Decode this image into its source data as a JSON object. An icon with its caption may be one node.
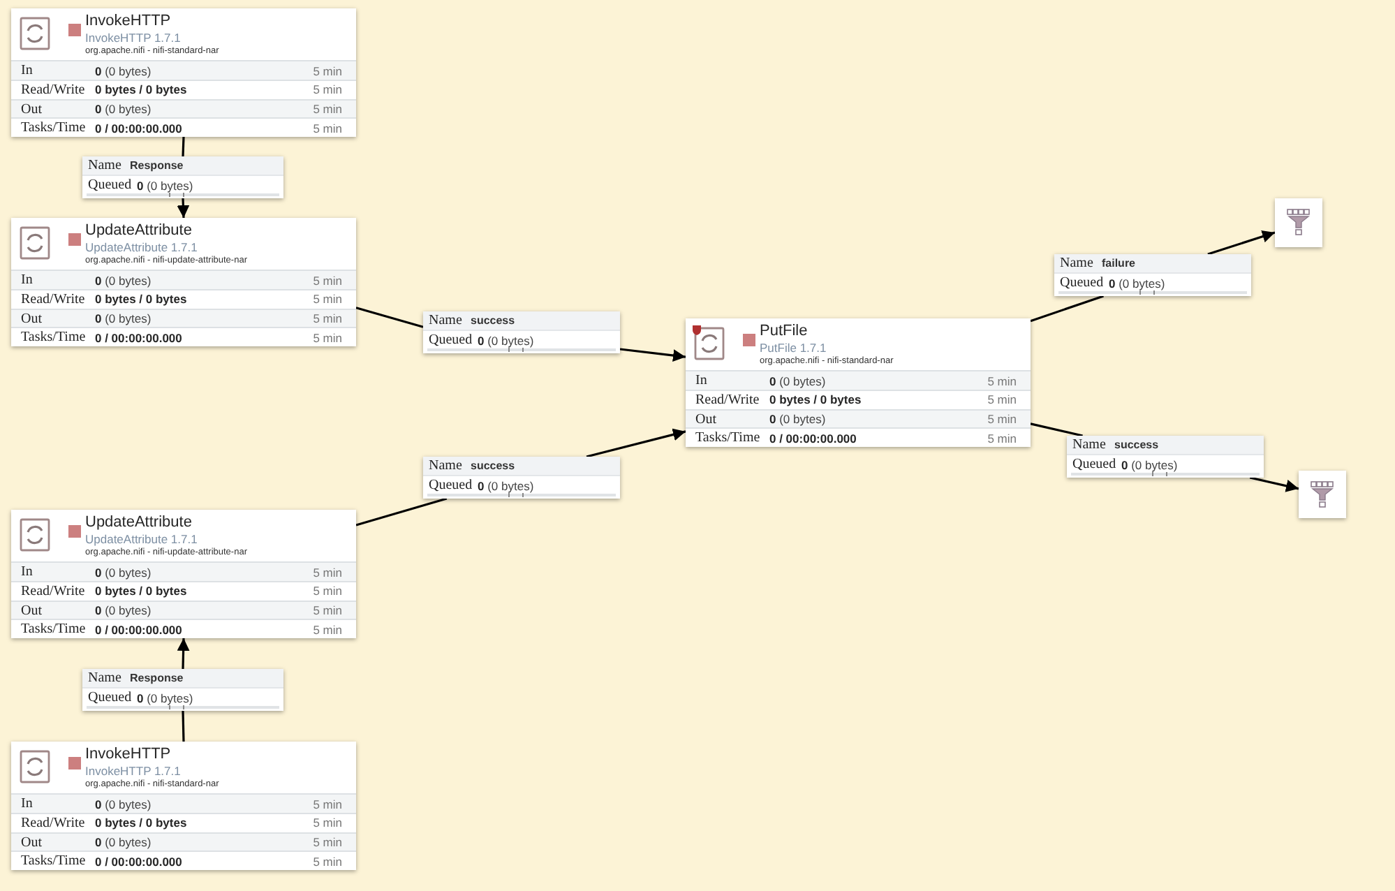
{
  "diagram": {
    "nodes": [
      {
        "text": [
          "InvokeHTTP",
          "InvokeHTTP 1.7.1",
          "org.apache.nifi - nifi-standard-nar",
          "In",
          "**0** (0 bytes)",
          "5 min",
          "Read/Write",
          "**0 bytes / 0 bytes**",
          "5 min",
          "Out",
          "**0** (0 bytes)",
          "5 min",
          "Tasks/Time",
          "**0 / 00:00:00.000**",
          "5 min"
        ]
      },
      {
        "text": [
          "Name",
          "Response",
          "Queued",
          "**0** (0 bytes)"
        ]
      },
      {
        "text": [
          "UpdateAttribute",
          "UpdateAttribute 1.7.1",
          "org.apache.nifi - nifi-update-attribute-nar",
          "In",
          "**0** (0 bytes)",
          "5 min",
          "Read/Write",
          "**0 bytes / 0 bytes**",
          "5 min",
          "Out",
          "**0** (0 bytes)",
          "5 min",
          "Tasks/Time",
          "**0 / 00:00:00.000**",
          "5 min"
        ]
      },
      {
        "text": [],
        "shape": "box"
      },
      {
        "text": [
          "Name",
          "failure",
          "Queued",
          "**0** (0 bytes)"
        ]
      },
      {
        "text": [
          "Name",
          "success",
          "Queued",
          "**0** (0 bytes)"
        ]
      },
      {
        "text": [
          "PutFile",
          "PutFile 1.7.1",
          "org.apache.nifi - nifi-standard-nar",
          "In",
          "**0** (0 bytes)",
          "5 min",
          "Read/Write",
          "**0 bytes / 0 bytes**",
          "5 min",
          "Out",
          "**0** (0 bytes)",
          "5 min",
          "Tasks/Time",
          "**0 / 00:00:00.000**",
          "5 min"
        ]
      },
      {
        "text": [
          "Name",
          "success",
          "Queued",
          "**0** (0 bytes)"
        ]
      },
      {
        "text": [],
        "shape": "box"
      },
      {
        "text": [
          "Name",
          "success",
          "Queued",
          "**0** (0 bytes)"
        ]
      },
      {
        "text": [
          "UpdateAttribute",
          "UpdateAttribute 1.7.1",
          "org.apache.nifi - nifi-update-attribute-nar",
          "In",
          "**0** (0 bytes)",
          "5 min",
          "Read/Write",
          "**0 bytes / 0 bytes**",
          "5 min",
          "Out",
          "**0** (0 bytes)",
          "5 min",
          "Tasks/Time",
          "**0 / 00:00:00.000**",
          "5 min"
        ]
      },
      {
        "text": [
          "Name",
          "Response",
          "Queued",
          "**0** (0 bytes)"
        ]
      },
      {
        "text": [
          "InvokeHTTP",
          "InvokeHTTP 1.7.1",
          "org.apache.nifi - nifi-standard-nar",
          "In",
          "**0** (0 bytes)",
          "5 min",
          "Read/Write",
          "**0 bytes / 0 bytes**",
          "5 min",
          "Out",
          "**0** (0 bytes)",
          "5 min",
          "Tasks/Time",
          "**0 / 00:00:00.000**",
          "5 min"
        ]
      }
    ],
    "edges": [
      {
        "from": 0,
        "to": 1,
        "arrow": "none"
      },
      {
        "from": 1,
        "to": 2,
        "arrow": "to"
      },
      {
        "from": 2,
        "to": 5,
        "arrow": "none"
      },
      {
        "from": 5,
        "to": 6,
        "arrow": "to"
      },
      {
        "from": 6,
        "to": 4,
        "arrow": "none"
      },
      {
        "from": 4,
        "to": 3,
        "arrow": "to"
      },
      {
        "from": 6,
        "to": 7,
        "arrow": "none"
      },
      {
        "from": 7,
        "to": 8,
        "arrow": "to"
      },
      {
        "from": 12,
        "to": 11,
        "arrow": "none"
      },
      {
        "from": 11,
        "to": 10,
        "arrow": "to"
      },
      {
        "from": 10,
        "to": 9,
        "arrow": "none"
      },
      {
        "from": 9,
        "to": 6,
        "arrow": "to"
      }
    ]
  }
}
